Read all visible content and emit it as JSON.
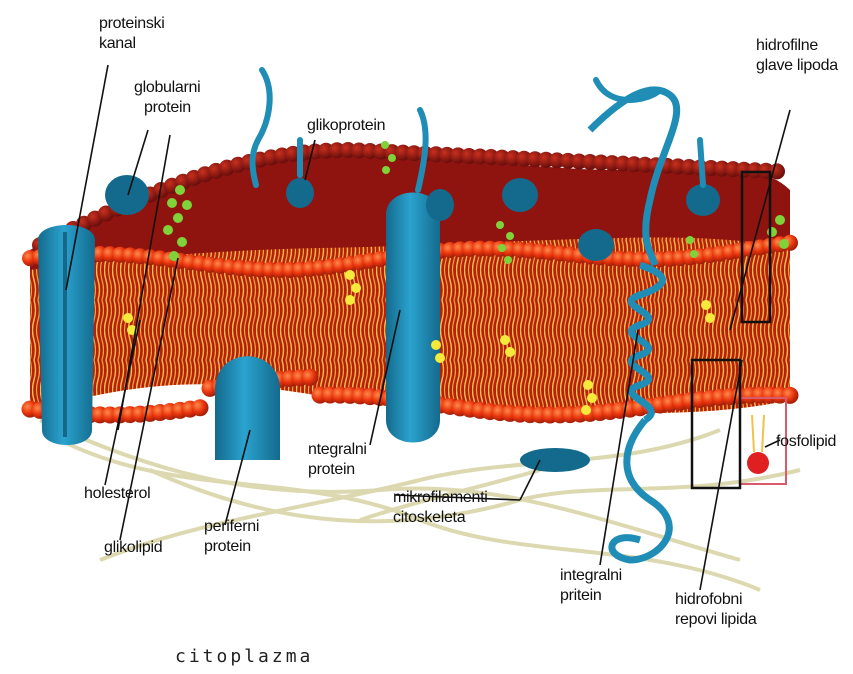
{
  "labels": {
    "proteinski_kanal": [
      "proteinski",
      "kanal"
    ],
    "globularni_protein": [
      "globularni",
      "protein"
    ],
    "glikoprotein": "glikoprotein",
    "hidrofilne_glave": [
      "hidrofilne",
      "glave lipoda"
    ],
    "fosfolipid": "fosfolipid",
    "holesterol": "holesterol",
    "glikolipid": "glikolipid",
    "periferni_protein": [
      "periferni",
      "protein"
    ],
    "integralni_protein_mid": [
      "ntegralni",
      "protein"
    ],
    "mikrofilamenti": [
      "mikrofilamenti",
      "citoskeleta"
    ],
    "integralni_protein_right": [
      "integralni",
      "pritein"
    ],
    "hidrofobni_repovi": [
      "hidrofobni",
      "repovi lipida"
    ],
    "citoplazma": "citoplazma"
  },
  "colors": {
    "head_outer": "#e8330c",
    "head_dark": "#8f1410",
    "tail": "#f2c14a",
    "protein": "#1f8db5",
    "protein_dark": "#146a8c",
    "glyco": "#7fd23a",
    "cholesterol": "#f5e93b",
    "cytoskeleton": "#d9d4a8"
  }
}
